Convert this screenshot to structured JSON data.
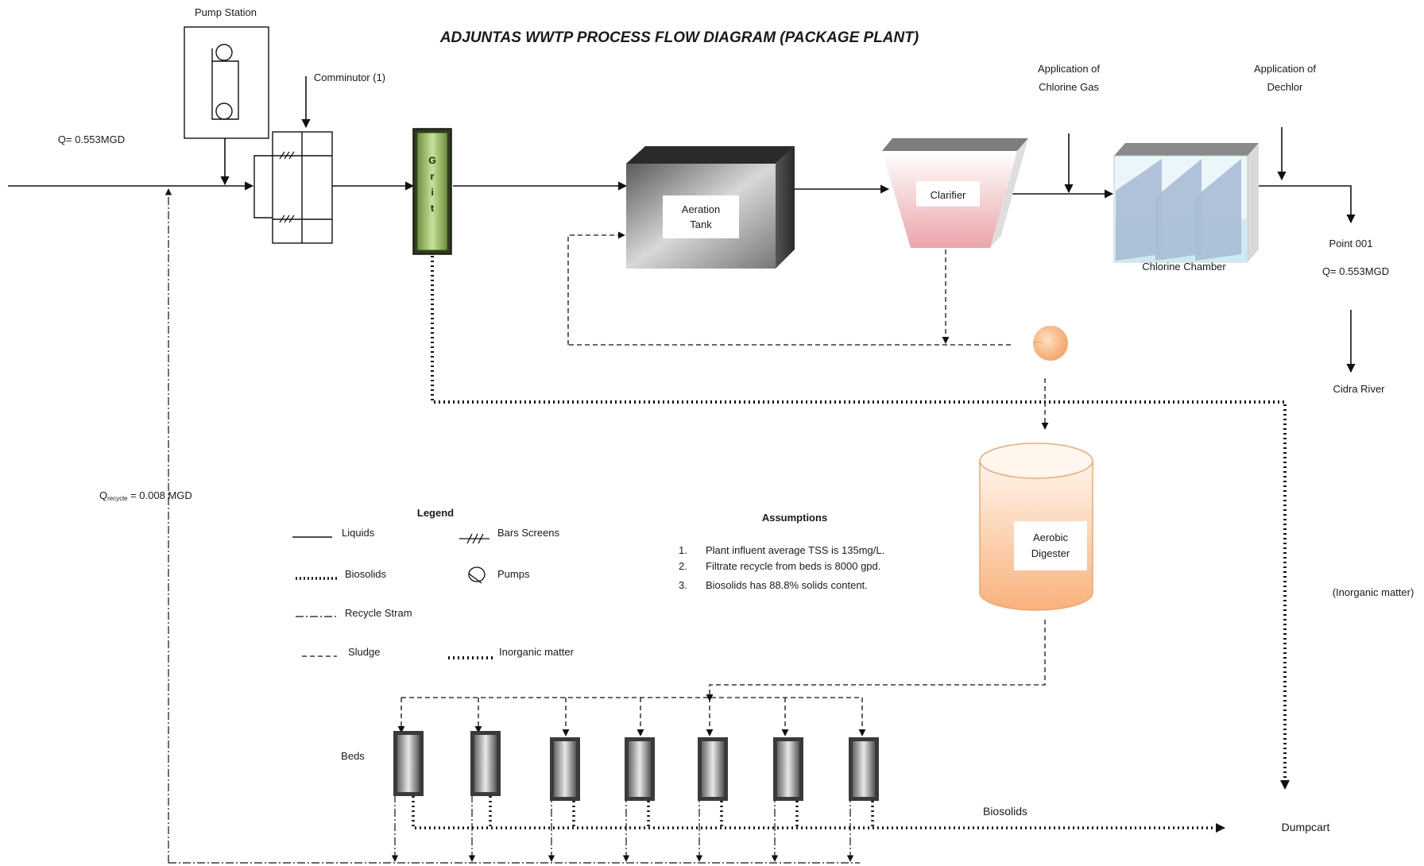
{
  "title": "ADJUNTAS WWTP PROCESS FLOW DIAGRAM (PACKAGE PLANT)",
  "labels": {
    "pump_station": "Pump Station",
    "comminutor": "Comminutor (1)",
    "influent_flow": "Q= 0.553MGD",
    "grit": [
      "G",
      "r",
      "i",
      "t"
    ],
    "aeration_tank": [
      "Aeration",
      "Tank"
    ],
    "clarifier": "Clarifier",
    "chlorine_gas": [
      "Application of",
      "Chlorine Gas"
    ],
    "dechlor": [
      "Application of",
      "Dechlor"
    ],
    "chlorine_chamber": "Chlorine Chamber",
    "point_001": "Point 001",
    "effluent_flow": "Q= 0.553MGD",
    "cidra_river": "Cidra River",
    "recycle_flow_q": "Q",
    "recycle_flow_sub": "recycle",
    "recycle_flow_val": " = 0.008 MGD",
    "aerobic_digester": [
      "Aerobic",
      "Digester"
    ],
    "inorganic_matter_note": "(Inorganic matter)",
    "beds": "Beds",
    "biosolids_flow": "Biosolids",
    "dumpcart": "Dumpcart"
  },
  "legend": {
    "title": "Legend",
    "liquids": "Liquids",
    "bar_screens": "Bars Screens",
    "biosolids": "Biosolids",
    "pumps": "Pumps",
    "recycle": "Recycle Stram",
    "sludge": "Sludge",
    "inorganic": "Inorganic matter"
  },
  "assumptions": {
    "title": "Assumptions",
    "items": [
      {
        "num": "1.",
        "text": "Plant influent average TSS is 135mg/L."
      },
      {
        "num": "2.",
        "text": "Filtrate recycle from beds is 8000 gpd."
      },
      {
        "num": "3.",
        "text": "Biosolids has 88.8% solids content."
      }
    ]
  },
  "colors": {
    "grit_fill": "#9ccc65",
    "clarifier_pink": "#f2c4c4",
    "chamber_blue": "#a9bcd6",
    "chamber_cyan": "#cfeaf2",
    "digester_orange": "#fbcba5",
    "pump_orange": "#fcc99a"
  },
  "bed_count": 7
}
